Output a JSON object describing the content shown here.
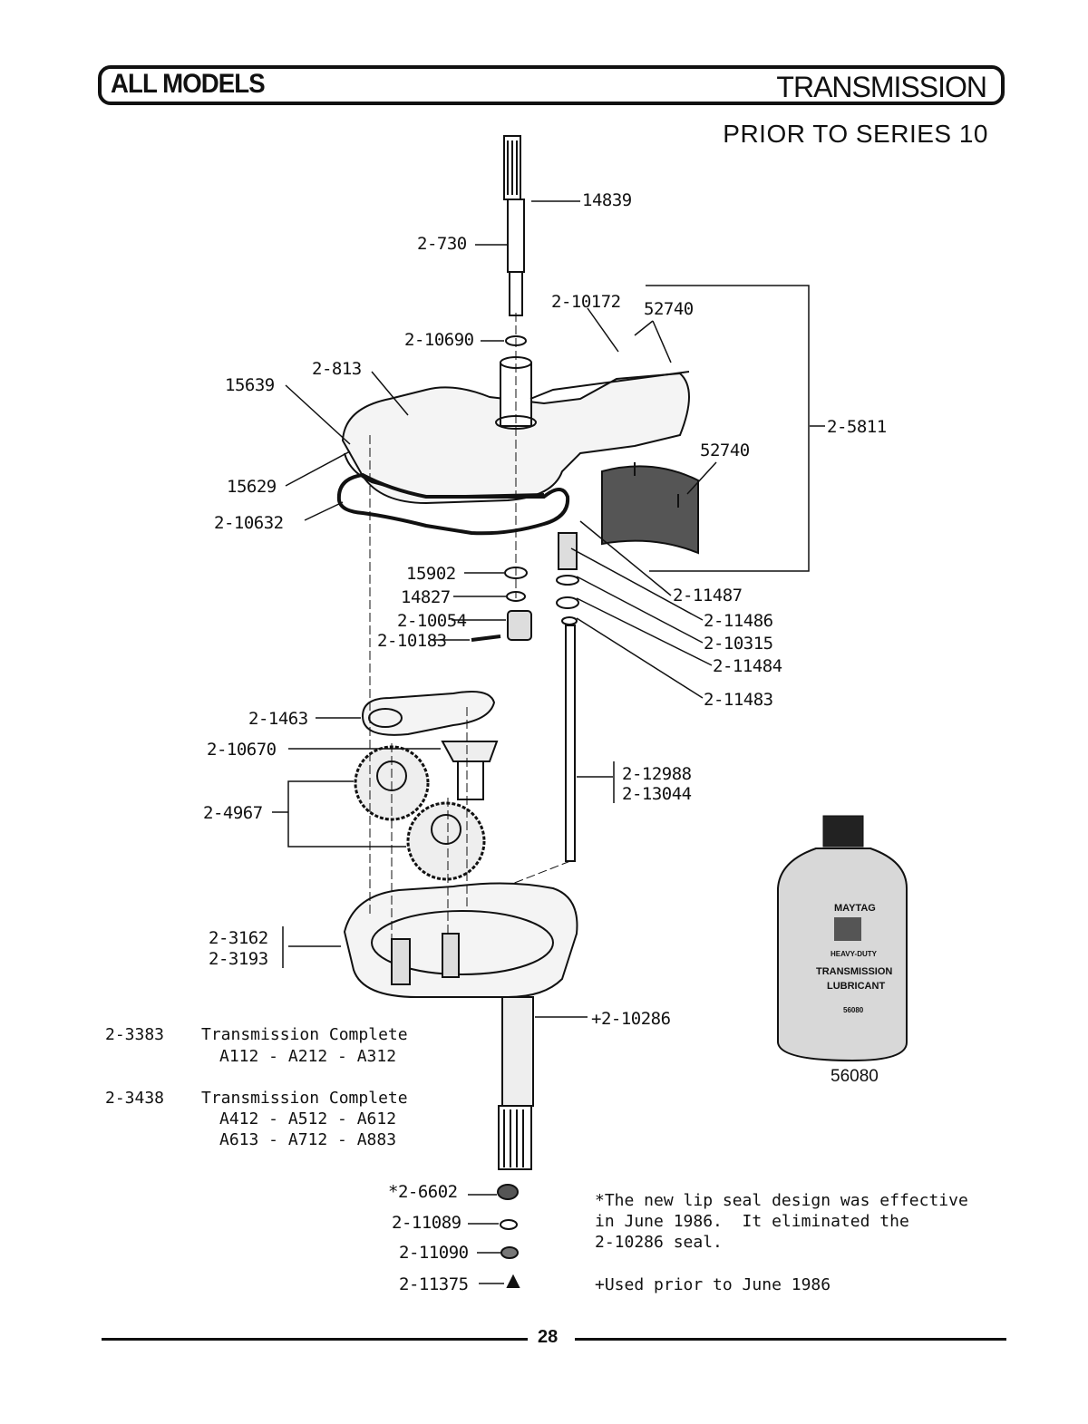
{
  "header": {
    "left": "ALL MODELS",
    "right": "TRANSMISSION"
  },
  "subtitle": "PRIOR TO SERIES 10",
  "parts": {
    "p14839": "14839",
    "p2_730": "2-730",
    "p2_10172": "2-10172",
    "p52740a": "52740",
    "p2_10690": "2-10690",
    "p2_813": "2-813",
    "p15639": "15639",
    "p2_5811": "2-5811",
    "p52740b": "52740",
    "p15629": "15629",
    "p2_10632": "2-10632",
    "p15902": "15902",
    "p14827": "14827",
    "p2_10054": "2-10054",
    "p2_10183": "2-10183",
    "p2_11487": "2-11487",
    "p2_11486": "2-11486",
    "p2_10315": "2-10315",
    "p2_11484": "2-11484",
    "p2_11483": "2-11483",
    "p2_1463": "2-1463",
    "p2_10670": "2-10670",
    "p2_12988": "2-12988",
    "p2_13044": "2-13044",
    "p2_4967": "2-4967",
    "p2_3162": "2-3162",
    "p2_3193": "2-3193",
    "p2_10286": "+2-10286",
    "p2_6602": "*2-6602",
    "p2_11089": "2-11089",
    "p2_11090": "2-11090",
    "p2_11375": "2-11375"
  },
  "bottle": {
    "brand": "MAYTAG",
    "line1": "HEAVY-DUTY",
    "line2": "TRANSMISSION",
    "line3": "LUBRICANT",
    "line4": "56080",
    "part_number": "56080"
  },
  "assemblies": [
    {
      "part": "2-3383",
      "desc": "Transmission Complete",
      "models": [
        "A112 - A212 - A312"
      ]
    },
    {
      "part": "2-3438",
      "desc": "Transmission Complete",
      "models": [
        "A412 - A512 - A612",
        "A613 - A712 - A883"
      ]
    }
  ],
  "notes": {
    "lip_seal": "*The new lip seal design was effective\nin June 1986.  It eliminated the\n2-10286 seal.",
    "used_prior": "+Used prior to June 1986"
  },
  "page_number": "28"
}
